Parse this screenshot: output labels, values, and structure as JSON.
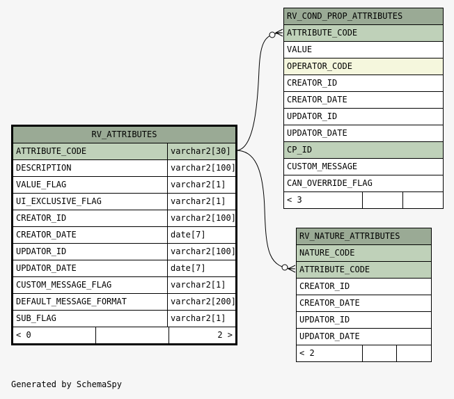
{
  "rv_attributes": {
    "title": "RV_ATTRIBUTES",
    "columns": [
      {
        "name": "ATTRIBUTE_CODE",
        "type": "varchar2[30]"
      },
      {
        "name": "DESCRIPTION",
        "type": "varchar2[100]"
      },
      {
        "name": "VALUE_FLAG",
        "type": "varchar2[1]"
      },
      {
        "name": "UI_EXCLUSIVE_FLAG",
        "type": "varchar2[1]"
      },
      {
        "name": "CREATOR_ID",
        "type": "varchar2[100]"
      },
      {
        "name": "CREATOR_DATE",
        "type": "date[7]"
      },
      {
        "name": "UPDATOR_ID",
        "type": "varchar2[100]"
      },
      {
        "name": "UPDATOR_DATE",
        "type": "date[7]"
      },
      {
        "name": "CUSTOM_MESSAGE_FLAG",
        "type": "varchar2[1]"
      },
      {
        "name": "DEFAULT_MESSAGE_FORMAT",
        "type": "varchar2[200]"
      },
      {
        "name": "SUB_FLAG",
        "type": "varchar2[1]"
      }
    ],
    "footer": {
      "parents": "< 0",
      "children": "2 >"
    }
  },
  "rv_cond_prop_attributes": {
    "title": "RV_COND_PROP_ATTRIBUTES",
    "columns": [
      "ATTRIBUTE_CODE",
      "VALUE",
      "OPERATOR_CODE",
      "CREATOR_ID",
      "CREATOR_DATE",
      "UPDATOR_ID",
      "UPDATOR_DATE",
      "CP_ID",
      "CUSTOM_MESSAGE",
      "CAN_OVERRIDE_FLAG"
    ],
    "footer": {
      "parents": "< 3"
    }
  },
  "rv_nature_attributes": {
    "title": "RV_NATURE_ATTRIBUTES",
    "columns": [
      "NATURE_CODE",
      "ATTRIBUTE_CODE",
      "CREATOR_ID",
      "CREATOR_DATE",
      "UPDATOR_ID",
      "UPDATOR_DATE"
    ],
    "footer": {
      "parents": "< 2"
    }
  },
  "credit": "Generated by SchemaSpy",
  "colors": {
    "header": "#9aaa95",
    "key": "#bfd1b9",
    "foreign_key": "#f5f7dd"
  }
}
